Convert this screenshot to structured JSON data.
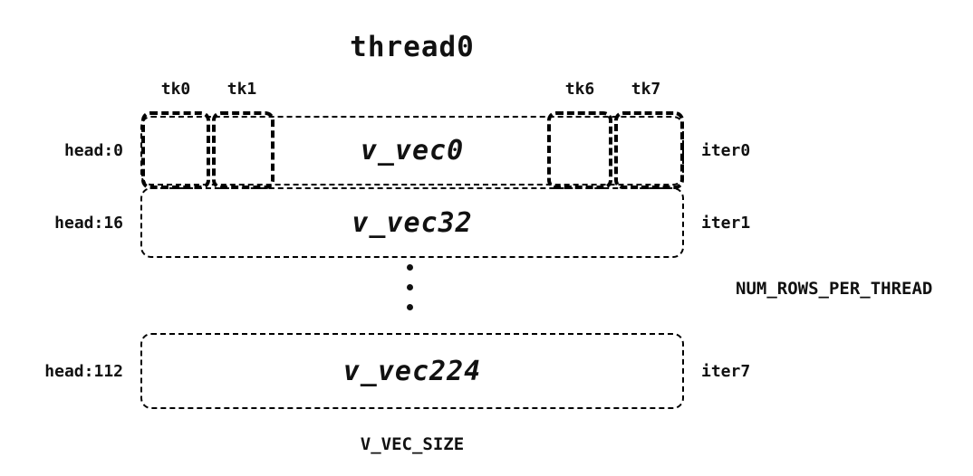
{
  "title": "thread0",
  "ticks": [
    "tk0",
    "tk1",
    "tk6",
    "tk7"
  ],
  "rows": [
    {
      "head": "head:0",
      "vec": "v_vec0",
      "iter": "iter0"
    },
    {
      "head": "head:16",
      "vec": "v_vec32",
      "iter": "iter1"
    },
    {
      "head": "head:112",
      "vec": "v_vec224",
      "iter": "iter7"
    }
  ],
  "annotations": {
    "num_rows_per_thread": "NUM_ROWS_PER_THREAD",
    "v_vec_size": "V_VEC_SIZE"
  },
  "colors": {
    "background": "#ffffff",
    "line": "#000000",
    "text": "#111111"
  }
}
